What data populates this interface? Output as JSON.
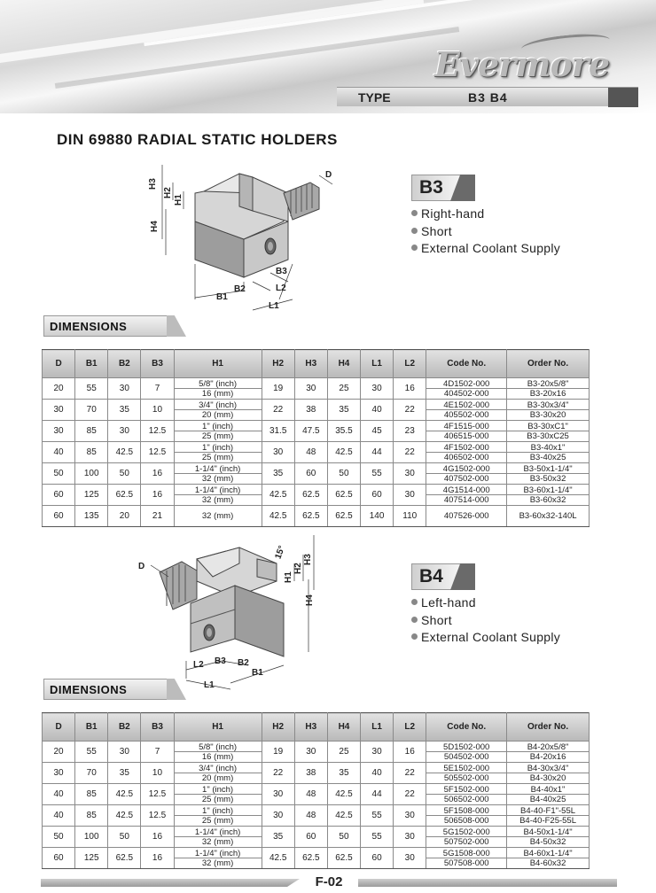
{
  "header": {
    "logo_text": "Evermore",
    "type_label": "TYPE",
    "type_value": "B3  B4"
  },
  "page_title": "DIN 69880  RADIAL STATIC HOLDERS",
  "b3": {
    "badge": "B3",
    "features": [
      "Right-hand",
      "Short",
      "External Coolant Supply"
    ],
    "diagram_labels": {
      "h3": "H3",
      "h2": "H2",
      "h1": "H1",
      "h4": "H4",
      "d": "D",
      "b3": "B3",
      "b2": "B2",
      "b1": "B1",
      "l2": "L2",
      "l1": "L1"
    }
  },
  "b4": {
    "badge": "B4",
    "features": [
      "Left-hand",
      "Short",
      "External Coolant Supply"
    ],
    "diagram_labels": {
      "angle": "15°",
      "h1": "H1",
      "h2": "H2",
      "h3": "H3",
      "h4": "H4",
      "d": "D",
      "l2": "L2",
      "b3": "B3",
      "b2": "B2",
      "b1": "B1",
      "l1": "L1"
    }
  },
  "dimensions_label": "DIMENSIONS",
  "table_headers": [
    "D",
    "B1",
    "B2",
    "B3",
    "H1",
    "H2",
    "H3",
    "H4",
    "L1",
    "L2",
    "Code No.",
    "Order No."
  ],
  "table_b3": [
    {
      "d": "20",
      "b1": "55",
      "b2": "30",
      "b3": "7",
      "h1": [
        "5/8\" (inch)",
        "16 (mm)"
      ],
      "h2": "19",
      "h3": "30",
      "h4": "25",
      "l1": "30",
      "l2": "16",
      "code": [
        "4D1502-000",
        "404502-000"
      ],
      "order": [
        "B3-20x5/8\"",
        "B3-20x16"
      ]
    },
    {
      "d": "30",
      "b1": "70",
      "b2": "35",
      "b3": "10",
      "h1": [
        "3/4\" (inch)",
        "20 (mm)"
      ],
      "h2": "22",
      "h3": "38",
      "h4": "35",
      "l1": "40",
      "l2": "22",
      "code": [
        "4E1502-000",
        "405502-000"
      ],
      "order": [
        "B3-30x3/4\"",
        "B3-30x20"
      ]
    },
    {
      "d": "30",
      "b1": "85",
      "b2": "30",
      "b3": "12.5",
      "h1": [
        "1\" (inch)",
        "25 (mm)"
      ],
      "h2": "31.5",
      "h3": "47.5",
      "h4": "35.5",
      "l1": "45",
      "l2": "23",
      "code": [
        "4F1515-000",
        "406515-000"
      ],
      "order": [
        "B3-30xC1\"",
        "B3-30xC25"
      ]
    },
    {
      "d": "40",
      "b1": "85",
      "b2": "42.5",
      "b3": "12.5",
      "h1": [
        "1\" (inch)",
        "25 (mm)"
      ],
      "h2": "30",
      "h3": "48",
      "h4": "42.5",
      "l1": "44",
      "l2": "22",
      "code": [
        "4F1502-000",
        "406502-000"
      ],
      "order": [
        "B3-40x1\"",
        "B3-40x25"
      ]
    },
    {
      "d": "50",
      "b1": "100",
      "b2": "50",
      "b3": "16",
      "h1": [
        "1-1/4\" (inch)",
        "32 (mm)"
      ],
      "h2": "35",
      "h3": "60",
      "h4": "50",
      "l1": "55",
      "l2": "30",
      "code": [
        "4G1502-000",
        "407502-000"
      ],
      "order": [
        "B3-50x1-1/4\"",
        "B3-50x32"
      ]
    },
    {
      "d": "60",
      "b1": "125",
      "b2": "62.5",
      "b3": "16",
      "h1": [
        "1-1/4\" (inch)",
        "32 (mm)"
      ],
      "h2": "42.5",
      "h3": "62.5",
      "h4": "62.5",
      "l1": "60",
      "l2": "30",
      "code": [
        "4G1514-000",
        "407514-000"
      ],
      "order": [
        "B3-60x1-1/4\"",
        "B3-60x32"
      ]
    },
    {
      "d": "60",
      "b1": "135",
      "b2": "20",
      "b3": "21",
      "h1": [
        "32 (mm)"
      ],
      "h2": "42.5",
      "h3": "62.5",
      "h4": "62.5",
      "l1": "140",
      "l2": "110",
      "code": [
        "407526-000"
      ],
      "order": [
        "B3-60x32-140L"
      ]
    }
  ],
  "table_b4": [
    {
      "d": "20",
      "b1": "55",
      "b2": "30",
      "b3": "7",
      "h1": [
        "5/8\" (inch)",
        "16 (mm)"
      ],
      "h2": "19",
      "h3": "30",
      "h4": "25",
      "l1": "30",
      "l2": "16",
      "code": [
        "5D1502-000",
        "504502-000"
      ],
      "order": [
        "B4-20x5/8\"",
        "B4-20x16"
      ]
    },
    {
      "d": "30",
      "b1": "70",
      "b2": "35",
      "b3": "10",
      "h1": [
        "3/4\" (inch)",
        "20 (mm)"
      ],
      "h2": "22",
      "h3": "38",
      "h4": "35",
      "l1": "40",
      "l2": "22",
      "code": [
        "5E1502-000",
        "505502-000"
      ],
      "order": [
        "B4-30x3/4\"",
        "B4-30x20"
      ]
    },
    {
      "d": "40",
      "b1": "85",
      "b2": "42.5",
      "b3": "12.5",
      "h1": [
        "1\" (inch)",
        "25 (mm)"
      ],
      "h2": "30",
      "h3": "48",
      "h4": "42.5",
      "l1": "44",
      "l2": "22",
      "code": [
        "5F1502-000",
        "506502-000"
      ],
      "order": [
        "B4-40x1\"",
        "B4-40x25"
      ]
    },
    {
      "d": "40",
      "b1": "85",
      "b2": "42.5",
      "b3": "12.5",
      "h1": [
        "1\" (inch)",
        "25 (mm)"
      ],
      "h2": "30",
      "h3": "48",
      "h4": "42.5",
      "l1": "55",
      "l2": "30",
      "code": [
        "5F1508-000",
        "506508-000"
      ],
      "order": [
        "B4-40-F1\"-55L",
        "B4-40-F25-55L"
      ]
    },
    {
      "d": "50",
      "b1": "100",
      "b2": "50",
      "b3": "16",
      "h1": [
        "1-1/4\" (inch)",
        "32 (mm)"
      ],
      "h2": "35",
      "h3": "60",
      "h4": "50",
      "l1": "55",
      "l2": "30",
      "code": [
        "5G1502-000",
        "507502-000"
      ],
      "order": [
        "B4-50x1-1/4\"",
        "B4-50x32"
      ]
    },
    {
      "d": "60",
      "b1": "125",
      "b2": "62.5",
      "b3": "16",
      "h1": [
        "1-1/4\" (inch)",
        "32 (mm)"
      ],
      "h2": "42.5",
      "h3": "62.5",
      "h4": "62.5",
      "l1": "60",
      "l2": "30",
      "code": [
        "5G1508-000",
        "507508-000"
      ],
      "order": [
        "B4-60x1-1/4\"",
        "B4-60x32"
      ]
    }
  ],
  "footer": {
    "page_number": "F-02"
  }
}
